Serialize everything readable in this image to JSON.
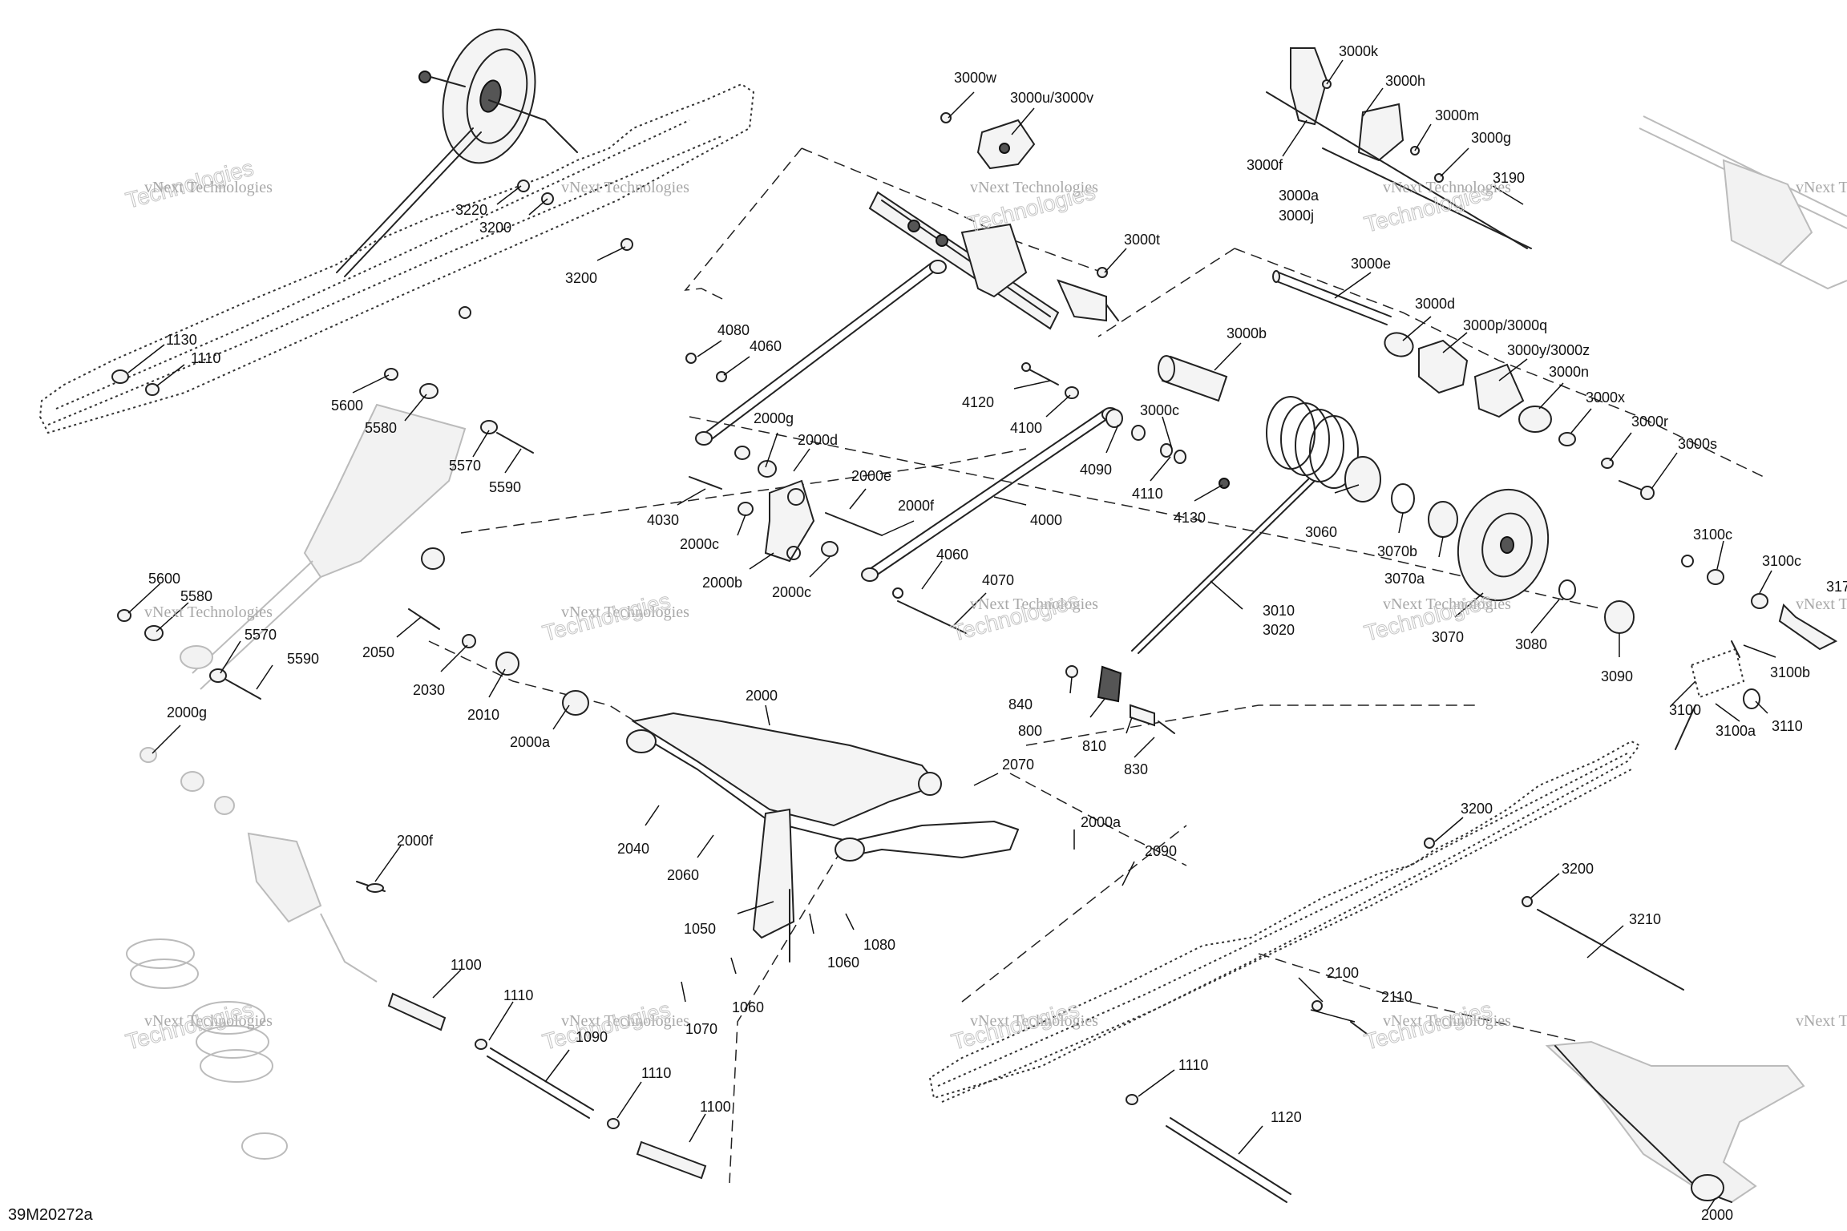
{
  "diagram_ref": "39M20272a",
  "watermark_line1": "vNext Technologies",
  "watermark_line2": "Technologies",
  "callouts": {
    "c3000w": "3000w",
    "c3000uv": "3000u/3000v",
    "c3000k": "3000k",
    "c3000h": "3000h",
    "c3000m": "3000m",
    "c3000g": "3000g",
    "c3000f": "3000f",
    "c3000a": "3000a",
    "c3000j": "3000j",
    "c3190": "3190",
    "c3000t": "3000t",
    "c3000e": "3000e",
    "c3000d": "3000d",
    "c3000pq": "3000p/3000q",
    "c3000b": "3000b",
    "c3000yz": "3000y/3000z",
    "c3000n": "3000n",
    "c3000x": "3000x",
    "c3000r": "3000r",
    "c3000s": "3000s",
    "c3000c": "3000c",
    "c4080": "4080",
    "c4060a": "4060",
    "c4120": "4120",
    "c4100": "4100",
    "c4090": "4090",
    "c4110": "4110",
    "c4130": "4130",
    "c2000g": "2000g",
    "c2000d": "2000d",
    "c2000e": "2000e",
    "c2000f": "2000f",
    "c4030": "4030",
    "c2000c1": "2000c",
    "c2000b": "2000b",
    "c2000c2": "2000c",
    "c4000": "4000",
    "c4060b": "4060",
    "c4070": "4070",
    "c3060": "3060",
    "c3070b": "3070b",
    "c3070a": "3070a",
    "c3070": "3070",
    "c3010": "3010",
    "c3020": "3020",
    "c3080": "3080",
    "c3090": "3090",
    "c3100c1": "3100c",
    "c3100c2": "3100c",
    "c3100b": "3100b",
    "c3100": "3100",
    "c3100a": "3100a",
    "c3110": "3110",
    "c3220": "3220",
    "c3200a": "3200",
    "c3200b": "3200",
    "c1130": "1130",
    "c1110a": "1110",
    "c5600a": "5600",
    "c5580a": "5580",
    "c5570a": "5570",
    "c5590a": "5590",
    "c5600b": "5600",
    "c5580b": "5580",
    "c5570b": "5570",
    "c5590b": "5590",
    "c2050": "2050",
    "c2030": "2030",
    "c2010": "2010",
    "c2000a1": "2000a",
    "c2000main": "2000",
    "c2070": "2070",
    "c2040": "2040",
    "c2060": "2060",
    "c2000a2": "2000a",
    "c2090": "2090",
    "c840": "840",
    "c800": "800",
    "c810": "810",
    "c830": "830",
    "c2000g2": "2000g",
    "c2000f2": "2000f",
    "c1050": "1050",
    "c1060a": "1060",
    "c1080": "1080",
    "c1060b": "1060",
    "c1070": "1070",
    "c1100a": "1100",
    "c1110b": "1110",
    "c1090": "1090",
    "c1110c": "1110",
    "c1100b": "1100",
    "c3200c": "3200",
    "c3200d": "3200",
    "c3210": "3210",
    "c2100": "2100",
    "c2110": "2110",
    "c1110d": "1110",
    "c1120": "1120",
    "c2000b2": "2000"
  },
  "cut_off_labels": {
    "c317": "317"
  }
}
